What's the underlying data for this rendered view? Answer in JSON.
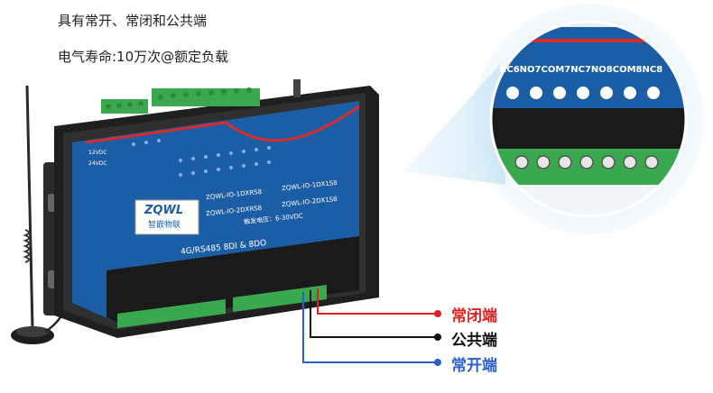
{
  "captions": {
    "line1": "具有常开、常闭和公共端",
    "line2": "电气寿命:10万次@额定负载"
  },
  "device": {
    "brand": "ZQWL",
    "brand_cn": "智嵌物联",
    "model_line": "4G/RS485  8DI & 8DO",
    "models": [
      "ZQWL-IO-1DXRS8",
      "ZQWL-IO-1DX1S8",
      "ZQWL-IO-2DXRS8",
      "ZQWL-IO-2DX1S8"
    ],
    "trigger_voltage": "触发电压：6-30VDC",
    "power_12v": "12VDC",
    "power_24v": "24VDC"
  },
  "zoom": {
    "terminal_labels": [
      "NC6",
      "NO7",
      "COM7",
      "NC7",
      "NO8",
      "COM8",
      "NC8"
    ]
  },
  "legend": {
    "nc": "常闭端",
    "com": "公共端",
    "no": "常开端"
  },
  "colors": {
    "panel_blue": "#1c5ea6",
    "terminal_green": "#3aa84f",
    "nc_red": "#e02020",
    "com_black": "#111111",
    "no_blue": "#2a5fd0",
    "accent_red": "#d92a2a"
  }
}
